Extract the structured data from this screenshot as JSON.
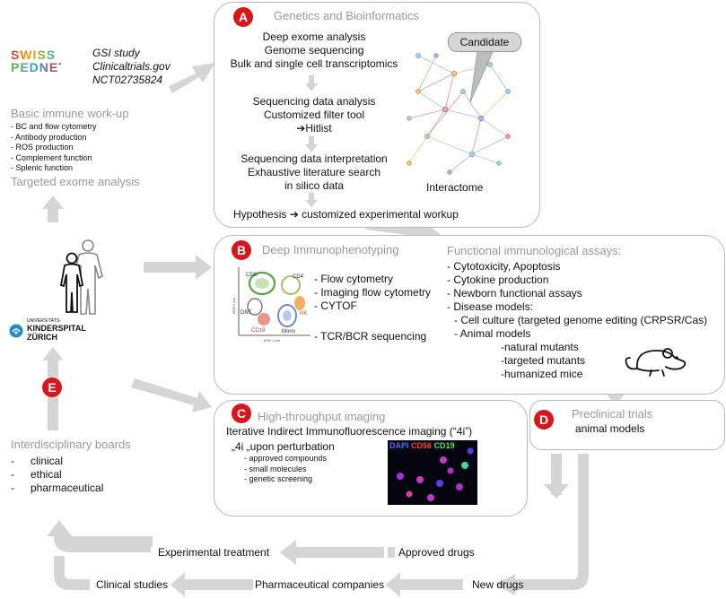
{
  "swisspednet": {
    "line1": "SWISS",
    "line2": "PEDNET"
  },
  "study": [
    "GSI study",
    "Clinicaltrials.gov",
    "NCT02735824"
  ],
  "workup": {
    "title": "Basic immune work-up",
    "items": [
      "- BC and flow cytometry",
      "- Antibody production",
      "- ROS production",
      "- Complement function",
      "- Splenic function"
    ],
    "footer": "Targeted exome analysis"
  },
  "hospital": {
    "line1": "UNIVERSITÄTS-",
    "line2": "KINDERSPITAL",
    "line3": "ZÜRICH"
  },
  "boards": {
    "badge": "E",
    "title": "Interdisciplinary boards",
    "items": [
      "clinical",
      "ethical",
      "pharmaceutical"
    ],
    "bullet": "-"
  },
  "panel_a": {
    "badge": "A",
    "title": "Genetics and Bioinformatics",
    "block1": [
      "Deep exome analysis",
      "Genome sequencing",
      "Bulk and single cell  transcriptomics"
    ],
    "block2": [
      "Sequencing data analysis",
      "Customized filter tool"
    ],
    "hitlist": "Hitlist",
    "block3": [
      "Sequencing data interpretation",
      "Exhaustive literature search",
      "in silico data"
    ],
    "hypothesis_a": "Hypothesis",
    "hypothesis_b": "customized experimental workup",
    "candidate": "Candidate",
    "interactome": "Interactome"
  },
  "panel_b": {
    "badge": "B",
    "title": "Deep Immunophenotyping",
    "items": [
      "- Flow cytometry",
      "- Imaging flow cytometry",
      "- CYTOF"
    ],
    "item_last": "- TCR/BCR sequencing",
    "plot_labels": [
      "CD8",
      "CD4",
      "NK",
      "DNT",
      "CD19",
      "Mono"
    ],
    "plot_axes": [
      "tSNE 2 axis",
      "tSNE 1 axis"
    ]
  },
  "functional": {
    "title": "Functional immunological assays:",
    "items": [
      "- Cytotoxicity, Apoptosis",
      "- Cytokine production",
      "- Newborn functional assays",
      "- Disease models:"
    ],
    "sub": [
      "- Cell culture (targeted genome editing (CRPSR/Cas)",
      "- Animal models"
    ],
    "subsub": [
      "-natural mutants",
      "-targeted mutants",
      "-humanized mice"
    ]
  },
  "panel_c": {
    "badge": "C",
    "title": "High-throughput imaging",
    "line1": "Iterative Indirect Immunofluorescence imaging (“4i”)",
    "line2": "„4i „upon perturbation",
    "items": [
      "- approved compounds",
      "- small molecules",
      "- genetic screening"
    ],
    "fluor": [
      "DAPI",
      "CD56",
      "CD19"
    ]
  },
  "panel_d": {
    "badge": "D",
    "title": "Preclinical trials",
    "subtitle": "animal models"
  },
  "flow": {
    "experimental_treatment": "Experimental treatment",
    "approved_drugs": "Approved drugs",
    "clinical_studies": "Clinical studies",
    "pharma": "Pharmaceutical companies",
    "new_drugs": "New drugs"
  },
  "colors": {
    "badge": "#d9141b",
    "arrow": "#d5d5d5",
    "border": "#b9b9b9",
    "gray_text": "#9a9a9a"
  }
}
